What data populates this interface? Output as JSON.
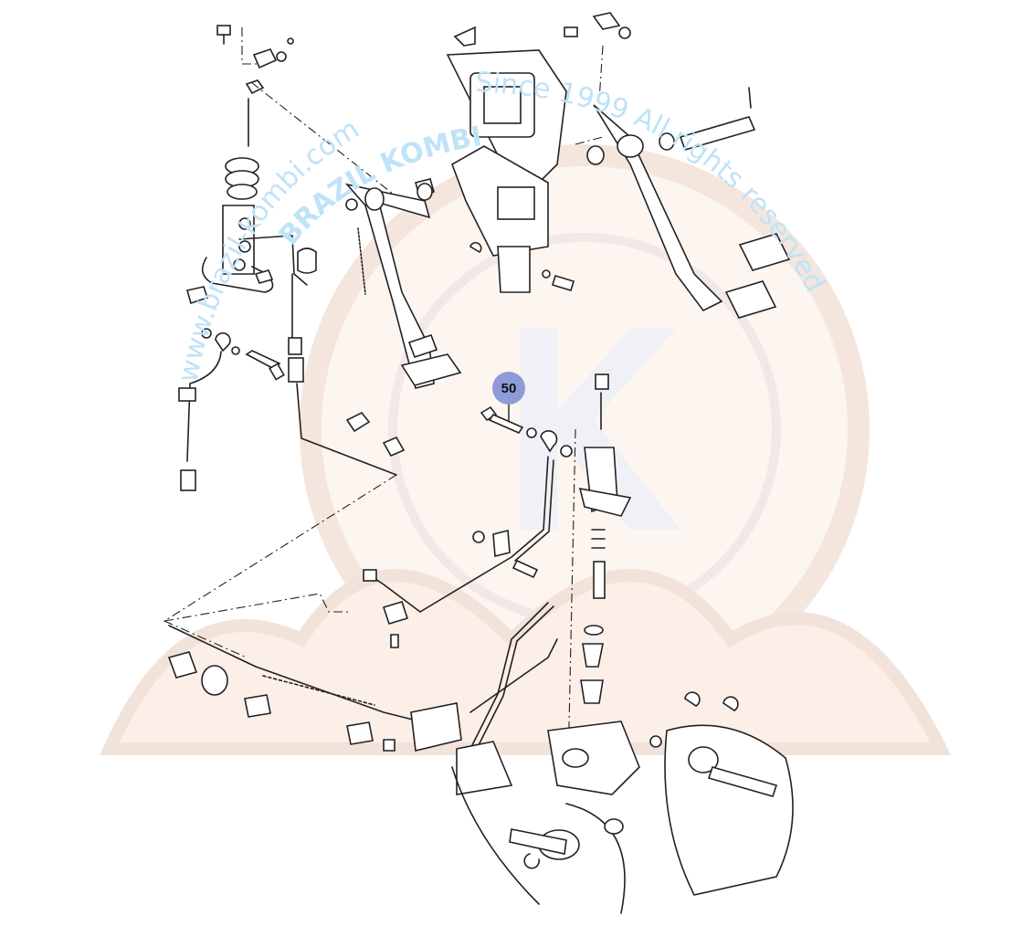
{
  "diagram": {
    "callouts": [
      {
        "label": "50"
      }
    ],
    "watermark": {
      "left_text": "www.brazil-kombi.com",
      "right_text": "Since 1999 All rights reserved",
      "brand_text": "BRAZIL KOMBI",
      "monogram": "K"
    },
    "colors": {
      "callout_fill": "#8e9bd8",
      "watermark_blue": "#bfe3f7",
      "watermark_tint": "#fbeee6",
      "line": "#222222"
    }
  }
}
